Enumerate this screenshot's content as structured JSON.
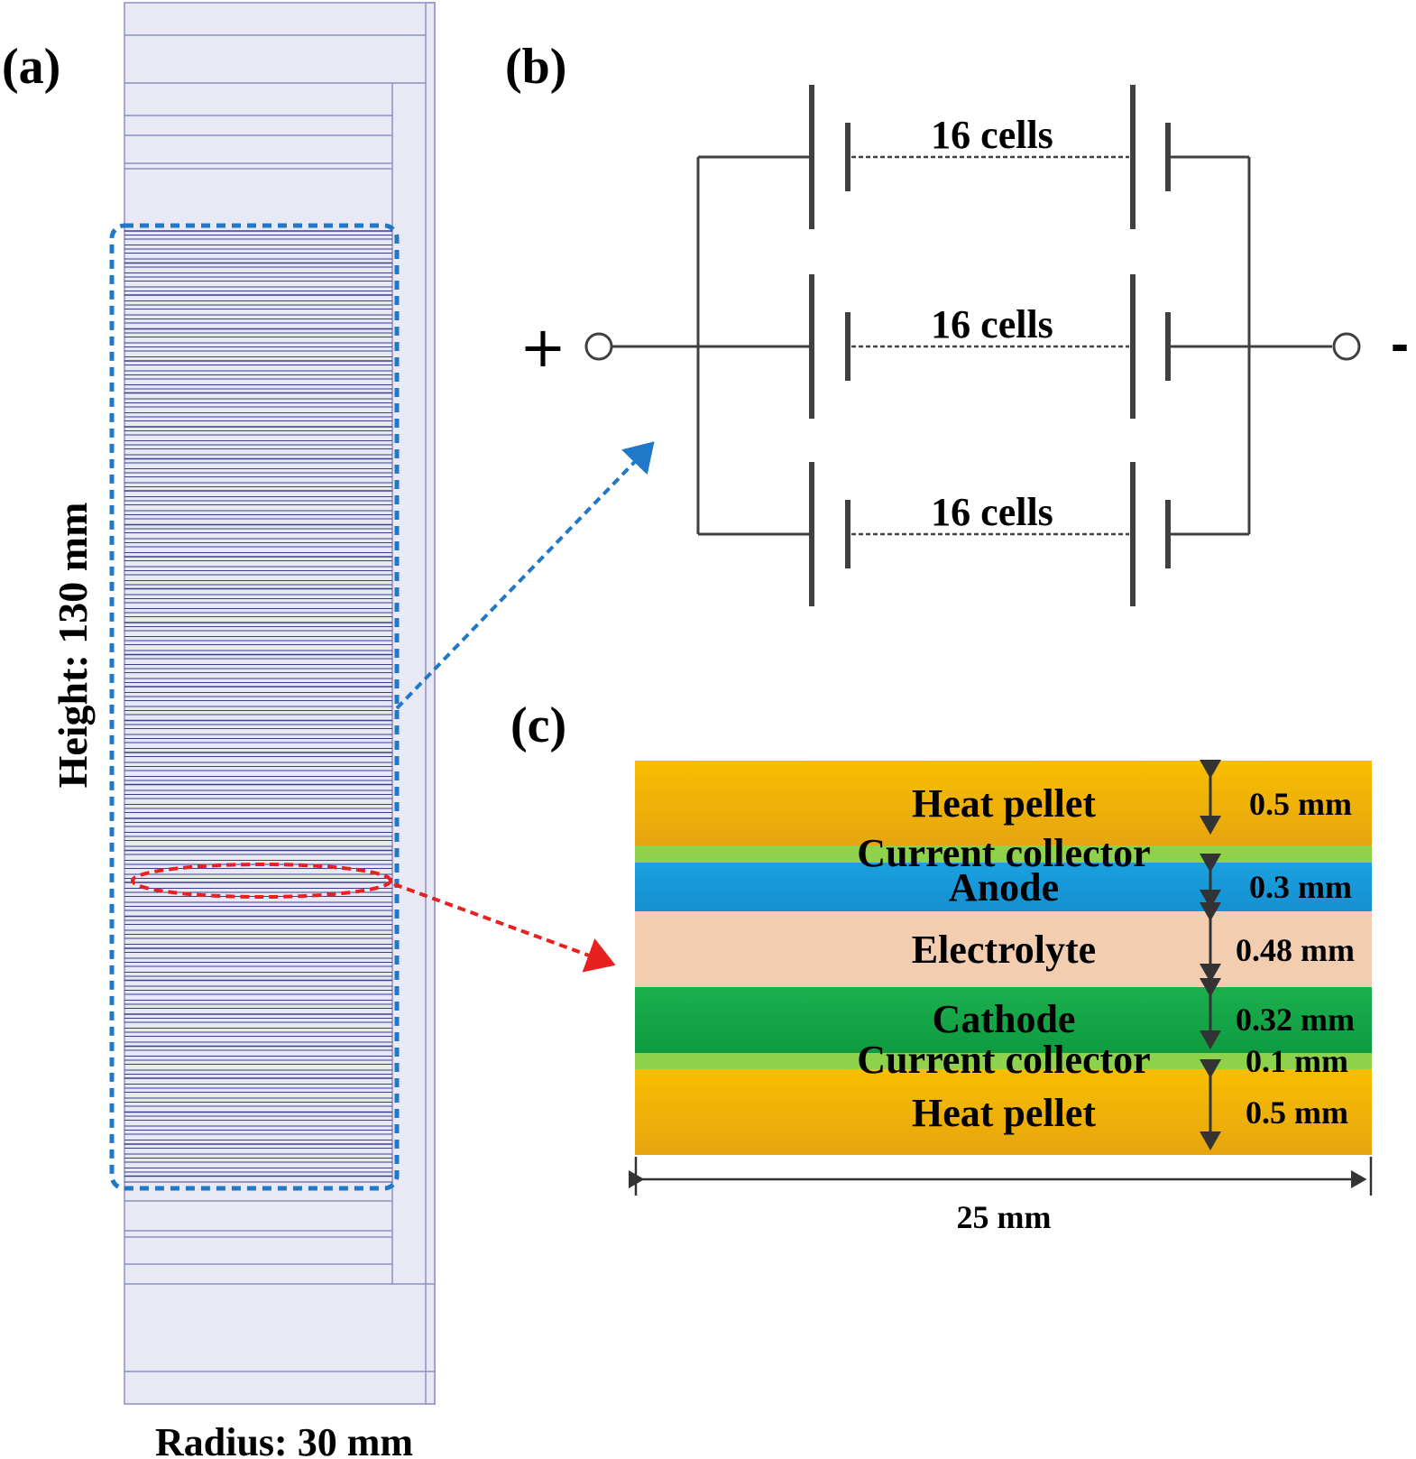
{
  "panel_a": {
    "label": "(a)",
    "height_label": "Height: 130 mm",
    "radius_label": "Radius: 30 mm"
  },
  "panel_b": {
    "label": "(b)",
    "rows": [
      {
        "cells_label": "16 cells"
      },
      {
        "cells_label": "16 cells"
      },
      {
        "cells_label": "16 cells"
      }
    ],
    "plus_terminal": "+",
    "minus_terminal": "-"
  },
  "panel_c": {
    "label": "(c)",
    "layers": [
      {
        "name": "Heat pellet",
        "thickness": "0.5 mm",
        "color": "#F2B600"
      },
      {
        "name": "Current collector",
        "thickness": "",
        "color": "#8ED14A"
      },
      {
        "name": "Anode",
        "thickness": "0.3 mm",
        "color": "#1FA7E0"
      },
      {
        "name": "Electrolyte",
        "thickness": "0.48 mm",
        "color": "#F3CDB0"
      },
      {
        "name": "Cathode",
        "thickness": "0.32 mm",
        "color": "#12A84A"
      },
      {
        "name": "Current collector",
        "thickness": "0.1 mm",
        "color": "#8ED14A"
      },
      {
        "name": "Heat pellet",
        "thickness": "0.5 mm",
        "color": "#F2B600"
      }
    ],
    "width_label": "25 mm"
  },
  "colors": {
    "outline_blue": "#1F78C8",
    "outline_red": "#E82020",
    "stack_line": "#3B3F8C",
    "housing": "#E8E9F5"
  }
}
